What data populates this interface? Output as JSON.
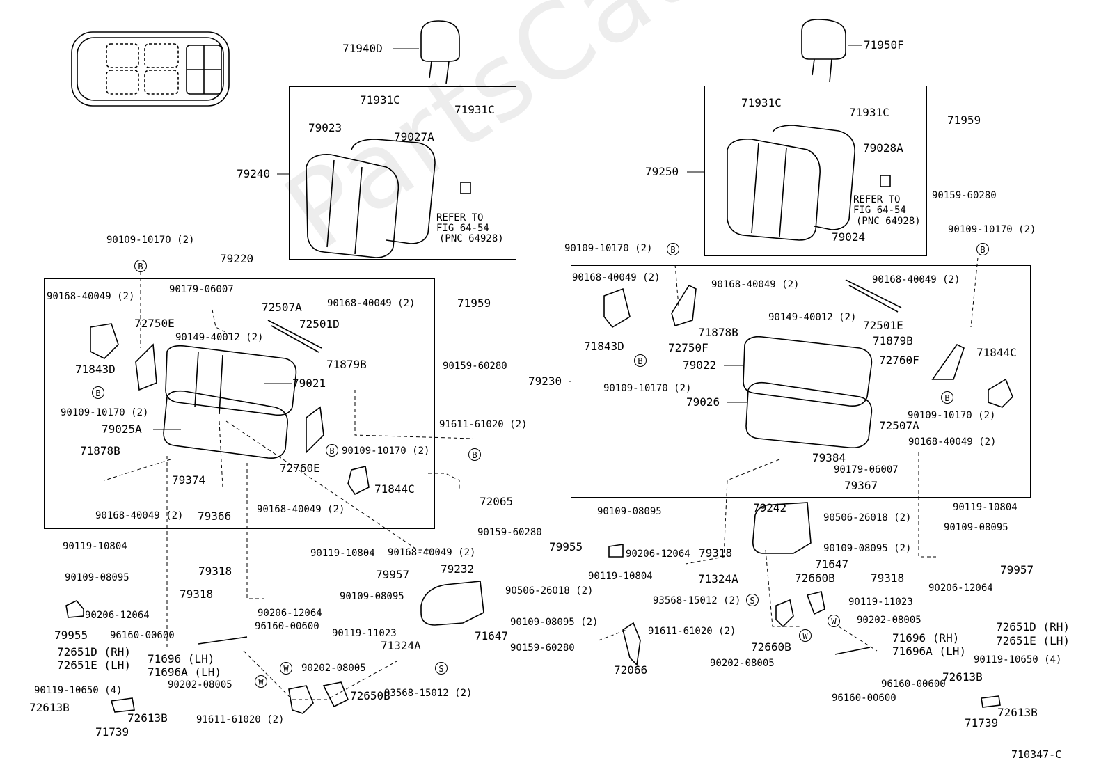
{
  "watermark": "PartsCatMN.ru",
  "figure_code": "710347-C",
  "circle_markers": {
    "B": "B",
    "S": "S",
    "W": "W"
  },
  "refer": {
    "left": [
      "REFER TO",
      "FIG 64-54",
      "(PNC 64928)"
    ],
    "right": [
      "REFER TO",
      "FIG 64-54",
      "(PNC 64928)"
    ]
  },
  "labels": {
    "l71940D": "71940D",
    "l71950F": "71950F",
    "l71931C_a": "71931C",
    "l71931C_b": "71931C",
    "l71931C_c": "71931C",
    "l71931C_d": "71931C",
    "l79023": "79023",
    "l79027A": "79027A",
    "l79240": "79240",
    "l79250": "79250",
    "l79028A": "79028A",
    "l79024": "79024",
    "l71959_a": "71959",
    "l90159_60280_a": "90159-60280",
    "l90109_10170_a": "90109-10170 (2)",
    "l79220": "79220",
    "l90168_40049_a": "90168-40049 (2)",
    "l90179_06007_a": "90179-06007",
    "l72507A_a": "72507A",
    "l72501D": "72501D",
    "l90168_40049_b": "90168-40049 (2)",
    "l72750E": "72750E",
    "l90149_40012_a": "90149-40012 (2)",
    "l71843D_a": "71843D",
    "l71879B_a": "71879B",
    "l90109_10170_b": "90109-10170 (2)",
    "l79021": "79021",
    "l79025A": "79025A",
    "l71878B_a": "71878B",
    "l72760E": "72760E",
    "l90109_10170_c": "90109-10170 (2)",
    "l79374": "79374",
    "l71844C_a": "71844C",
    "l90168_40049_c": "90168-40049 (2)",
    "l79366": "79366",
    "l90168_40049_d": "90168-40049 (2)",
    "l71959_b": "71959",
    "l90159_60280_b": "90159-60280",
    "l91611_61020_a": "91611-61020 (2)",
    "l72065": "72065",
    "l90159_60280_c": "90159-60280",
    "l90168_40049_e": "90168-40049 (2)",
    "l90119_10804_a": "90119-10804",
    "l90109_08095_a": "90109-08095",
    "l79318_a": "79318",
    "l90206_12064_a": "90206-12064",
    "l79955_a": "79955",
    "l79318_b": "79318",
    "l90119_10804_b": "90119-10804",
    "l79957_a": "79957",
    "l90109_08095_b": "90109-08095",
    "l90206_12064_b": "90206-12064",
    "l79232": "79232",
    "l90506_26018_a": "90506-26018 (2)",
    "l90109_08095_c": "90109-08095 (2)",
    "l71647_a": "71647",
    "l90119_11023_a": "90119-11023",
    "l71324A_a": "71324A",
    "l93568_15012_a": "93568-15012 (2)",
    "l96160_00600_a": "96160-00600",
    "l96160_00600_b": "96160-00600",
    "l72651D_a": "72651D (RH)",
    "l72651E_a": "72651E (LH)",
    "l71696_a": "71696  (LH)",
    "l71696A_a": "71696A (LH)",
    "l90202_08005_a": "90202-08005",
    "l90202_08005_b": "90202-08005",
    "l90119_10650_a": "90119-10650 (4)",
    "l72613B_a": "72613B",
    "l72613B_b": "72613B",
    "l71739_a": "71739",
    "l91611_61020_b": "91611-61020 (2)",
    "l72650B": "72650B",
    "l90159_60280_d": "90159-60280",
    "l72066": "72066",
    "l90109_10170_d": "90109-10170 (2)",
    "l90168_40049_f": "90168-40049 (2)",
    "l90168_40049_g": "90168-40049 (2)",
    "l90168_40049_h": "90168-40049 (2)",
    "l90149_40012_b": "90149-40012 (2)",
    "l72501E": "72501E",
    "l71878B_b": "71878B",
    "l71879B_b": "71879B",
    "l71843D_b": "71843D",
    "l72750F": "72750F",
    "l72760F": "72760F",
    "l71844C_b": "71844C",
    "l79022": "79022",
    "l79230": "79230",
    "l90109_10170_e": "90109-10170 (2)",
    "l79026": "79026",
    "l90109_10170_f": "90109-10170 (2)",
    "l90109_10170_g": "90109-10170 (2)",
    "l72507A_b": "72507A",
    "l90168_40049_i": "90168-40049 (2)",
    "l79384": "79384",
    "l90179_06007_b": "90179-06007",
    "l79367": "79367",
    "l90109_08095_d": "90109-08095",
    "l79242": "79242",
    "l90506_26018_b": "90506-26018 (2)",
    "l90119_10804_c": "90119-10804",
    "l79955_b": "79955",
    "l90206_12064_c": "90206-12064",
    "l79318_c": "79318",
    "l90109_08095_e": "90109-08095 (2)",
    "l90109_08095_f": "90109-08095",
    "l71647_b": "71647",
    "l90119_10804_d": "90119-10804",
    "l71324A_b": "71324A",
    "l72660B_a": "72660B",
    "l79318_d": "79318",
    "l79957_b": "79957",
    "l90206_12064_d": "90206-12064",
    "l93568_15012_b": "93568-15012 (2)",
    "l90119_11023_b": "90119-11023",
    "l90202_08005_c": "90202-08005",
    "l91611_61020_c": "91611-61020 (2)",
    "l72660B_b": "72660B",
    "l72651D_b": "72651D (RH)",
    "l72651E_b": "72651E (LH)",
    "l71696_b": "71696  (RH)",
    "l71696A_b": "71696A (LH)",
    "l90202_08005_d": "90202-08005",
    "l96160_00600_c": "96160-00600",
    "l96160_00600_d": "96160-00600",
    "l90119_10650_b": "90119-10650 (4)",
    "l72613B_c": "72613B",
    "l72613B_d": "72613B",
    "l71739_b": "71739"
  }
}
